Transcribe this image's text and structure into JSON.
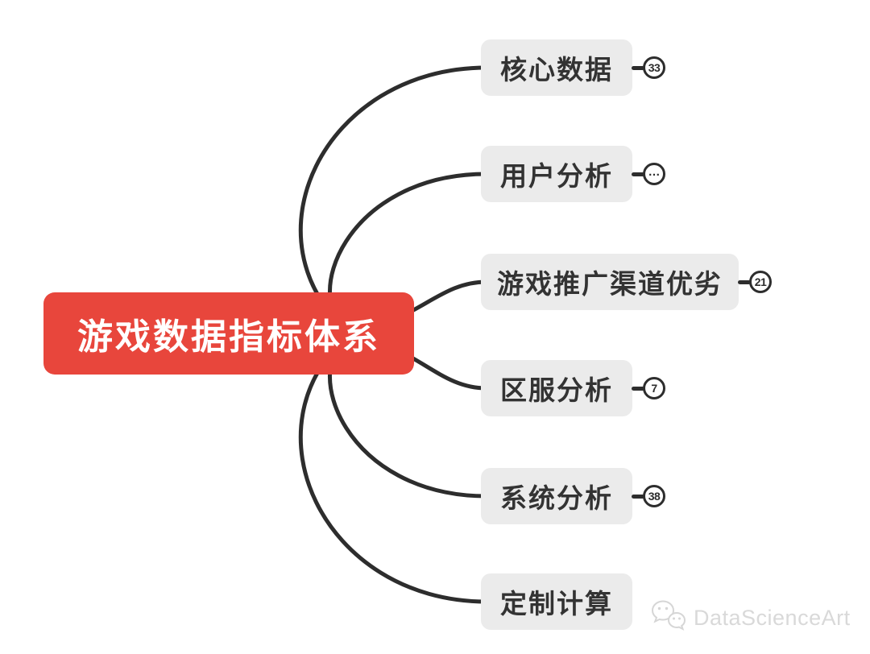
{
  "root": {
    "label": "游戏数据指标体系"
  },
  "branches": [
    {
      "label": "核心数据",
      "badge": "33"
    },
    {
      "label": "用户分析",
      "badge": "…"
    },
    {
      "label": "游戏推广渠道优劣",
      "badge": "21"
    },
    {
      "label": "区服分析",
      "badge": "7"
    },
    {
      "label": "系统分析",
      "badge": "38"
    },
    {
      "label": "定制计算"
    }
  ],
  "watermark": {
    "label": "DataScienceArt",
    "icon": "wechat-logo"
  },
  "colors": {
    "accent": "#e8463c",
    "node_bg": "#ebebeb",
    "node_text": "#333333",
    "line": "#2d2d2d",
    "badge_bg": "#ffffff",
    "watermark": "#d9d9d9"
  }
}
